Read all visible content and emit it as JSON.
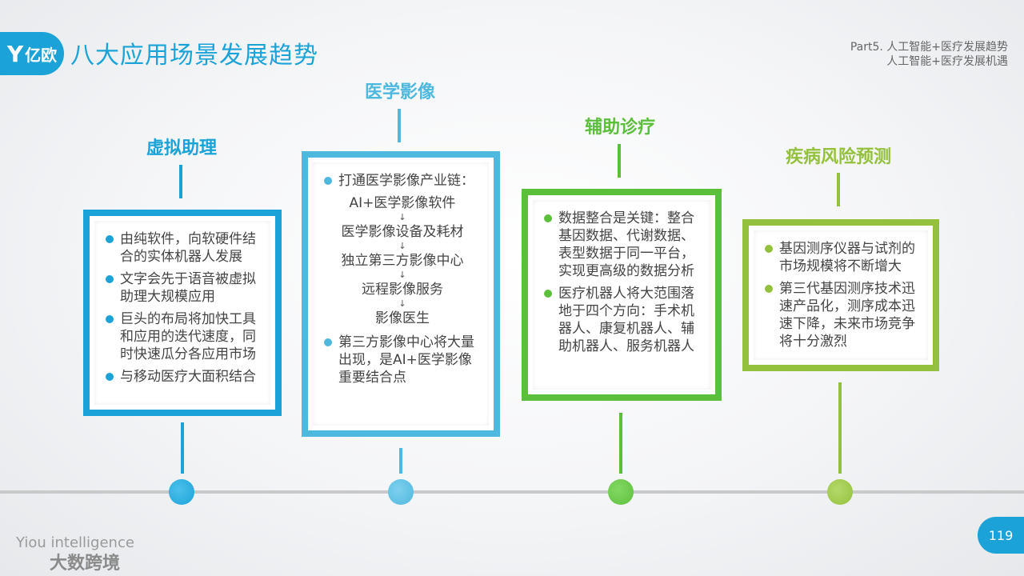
{
  "header": {
    "logo_text": "亿欧",
    "logo_mark": "Y",
    "title": "八大应用场景发展趋势",
    "part_line1": "Part5. 人工智能+医疗发展趋势",
    "part_line2": "人工智能+医疗发展机遇"
  },
  "colors": {
    "blue": "#1ba3d8",
    "light_blue": "#4fb8de",
    "green": "#5cbf3c",
    "yellow_green": "#93c13d"
  },
  "columns": [
    {
      "heading": "虚拟助理",
      "bullets": [
        "由纯软件，向软硬件结合的实体机器人发展",
        "文字会先于语音被虚拟助理大规模应用",
        "巨头的布局将加快工具和应用的迭代速度，同时快速瓜分各应用市场",
        "与移动医疗大面积结合"
      ]
    },
    {
      "heading": "医学影像",
      "bullet1": "打通医学影像产业链：",
      "chain": [
        "AI+医学影像软件",
        "医学影像设备及耗材",
        "独立第三方影像中心",
        "远程影像服务",
        "影像医生"
      ],
      "arrow": "↓",
      "bullet2": "第三方影像中心将大量出现，是AI+医学影像重要结合点"
    },
    {
      "heading": "辅助诊疗",
      "bullets": [
        "数据整合是关键：整合基因数据、代谢数据、表型数据于同一平台，实现更高级的数据分析",
        "医疗机器人将大范围落地于四个方向：手术机器人、康复机器人、辅助机器人、服务机器人"
      ]
    },
    {
      "heading": "疾病风险预测",
      "bullets": [
        "基因测序仪器与试剂的市场规模将不断增大",
        "第三代基因测序技术迅速产品化，测序成本迅速下降，未来市场竞争将十分激烈"
      ]
    }
  ],
  "footer": {
    "brand_en": "Yiou intelligence",
    "brand_cn": "大数跨境",
    "page_number": "119"
  }
}
